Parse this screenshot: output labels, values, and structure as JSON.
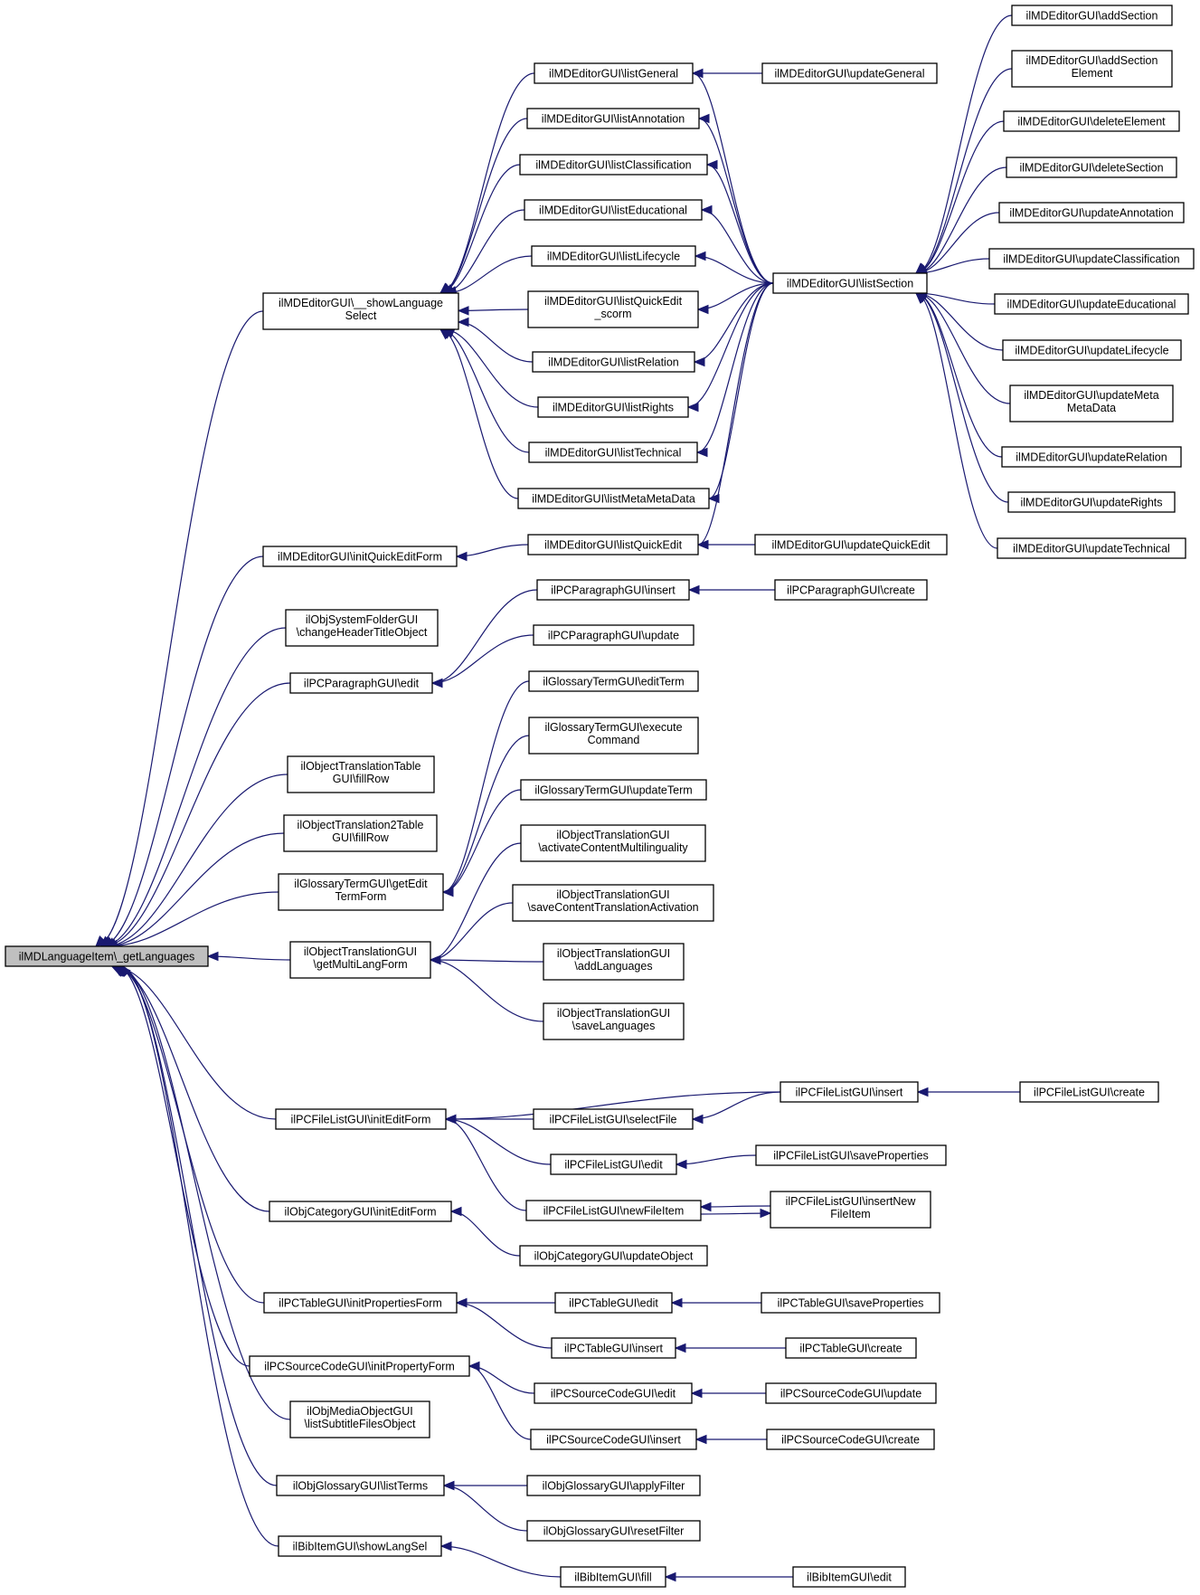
{
  "graph": {
    "colors": {
      "edge": "#191970",
      "root_fill": "#bfbfbf",
      "node_fill": "#ffffff",
      "node_border": "#000000"
    },
    "nodes": {
      "root": [
        "ilMDLanguageItem\\_getLanguages"
      ],
      "showLang": [
        "ilMDEditorGUI\\__showLanguage",
        "Select"
      ],
      "initQuickEdit": [
        "ilMDEditorGUI\\initQuickEditForm"
      ],
      "objSysFolder": [
        "ilObjSystemFolderGUI",
        "\\changeHeaderTitleObject"
      ],
      "pcParaEdit": [
        "ilPCParagraphGUI\\edit"
      ],
      "objTransTable": [
        "ilObjectTranslationTable",
        "GUI\\fillRow"
      ],
      "objTrans2Table": [
        "ilObjectTranslation2Table",
        "GUI\\fillRow"
      ],
      "glossGetEdit": [
        "ilGlossaryTermGUI\\getEdit",
        "TermForm"
      ],
      "objTransMulti": [
        "ilObjectTranslationGUI",
        "\\getMultiLangForm"
      ],
      "pcFileInit": [
        "ilPCFileListGUI\\initEditForm"
      ],
      "objCatInit": [
        "ilObjCategoryGUI\\initEditForm"
      ],
      "pcTableInit": [
        "ilPCTableGUI\\initPropertiesForm"
      ],
      "pcSrcInit": [
        "ilPCSourceCodeGUI\\initPropertyForm"
      ],
      "objMediaList": [
        "ilObjMediaObjectGUI",
        "\\listSubtitleFilesObject"
      ],
      "objGlossList": [
        "ilObjGlossaryGUI\\listTerms"
      ],
      "bibShow": [
        "ilBibItemGUI\\showLangSel"
      ],
      "listGeneral": [
        "ilMDEditorGUI\\listGeneral"
      ],
      "listAnnotation": [
        "ilMDEditorGUI\\listAnnotation"
      ],
      "listClassification": [
        "ilMDEditorGUI\\listClassification"
      ],
      "listEducational": [
        "ilMDEditorGUI\\listEducational"
      ],
      "listLifecycle": [
        "ilMDEditorGUI\\listLifecycle"
      ],
      "listQuickEditScorm": [
        "ilMDEditorGUI\\listQuickEdit",
        "_scorm"
      ],
      "listRelation": [
        "ilMDEditorGUI\\listRelation"
      ],
      "listRights": [
        "ilMDEditorGUI\\listRights"
      ],
      "listTechnical": [
        "ilMDEditorGUI\\listTechnical"
      ],
      "listMetaMetaData": [
        "ilMDEditorGUI\\listMetaMetaData"
      ],
      "listQuickEdit": [
        "ilMDEditorGUI\\listQuickEdit"
      ],
      "pcParaInsert": [
        "ilPCParagraphGUI\\insert"
      ],
      "pcParaUpdate": [
        "ilPCParagraphGUI\\update"
      ],
      "glossEditTerm": [
        "ilGlossaryTermGUI\\editTerm"
      ],
      "glossExecute": [
        "ilGlossaryTermGUI\\execute",
        "Command"
      ],
      "glossUpdateTerm": [
        "ilGlossaryTermGUI\\updateTerm"
      ],
      "objTransActivate": [
        "ilObjectTranslationGUI",
        "\\activateContentMultilinguality"
      ],
      "objTransSave": [
        "ilObjectTranslationGUI",
        "\\saveContentTranslationActivation"
      ],
      "objTransAdd": [
        "ilObjectTranslationGUI",
        "\\addLanguages"
      ],
      "objTransSaveLang": [
        "ilObjectTranslationGUI",
        "\\saveLanguages"
      ],
      "pcFileSelect": [
        "ilPCFileListGUI\\selectFile"
      ],
      "pcFileEdit": [
        "ilPCFileListGUI\\edit"
      ],
      "pcFileNewItem": [
        "ilPCFileListGUI\\newFileItem"
      ],
      "objCatUpdate": [
        "ilObjCategoryGUI\\updateObject"
      ],
      "pcTableEdit": [
        "ilPCTableGUI\\edit"
      ],
      "pcTableInsert": [
        "ilPCTableGUI\\insert"
      ],
      "pcSrcEdit": [
        "ilPCSourceCodeGUI\\edit"
      ],
      "pcSrcInsert": [
        "ilPCSourceCodeGUI\\insert"
      ],
      "objGlossApply": [
        "ilObjGlossaryGUI\\applyFilter"
      ],
      "objGlossReset": [
        "ilObjGlossaryGUI\\resetFilter"
      ],
      "bibFill": [
        "ilBibItemGUI\\fill"
      ],
      "updateGeneral": [
        "ilMDEditorGUI\\updateGeneral"
      ],
      "listSection": [
        "ilMDEditorGUI\\listSection"
      ],
      "updateQuickEdit": [
        "ilMDEditorGUI\\updateQuickEdit"
      ],
      "pcParaCreate": [
        "ilPCParagraphGUI\\create"
      ],
      "pcFileInsert": [
        "ilPCFileListGUI\\insert"
      ],
      "pcFileSaveProps": [
        "ilPCFileListGUI\\saveProperties"
      ],
      "pcFileInsertNew": [
        "ilPCFileListGUI\\insertNew",
        "FileItem"
      ],
      "pcTableSaveProps": [
        "ilPCTableGUI\\saveProperties"
      ],
      "pcTableCreate": [
        "ilPCTableGUI\\create"
      ],
      "pcSrcUpdate": [
        "ilPCSourceCodeGUI\\update"
      ],
      "pcSrcCreate": [
        "ilPCSourceCodeGUI\\create"
      ],
      "bibEdit": [
        "ilBibItemGUI\\edit"
      ],
      "addSection": [
        "ilMDEditorGUI\\addSection"
      ],
      "addSectionElement": [
        "ilMDEditorGUI\\addSection",
        "Element"
      ],
      "deleteElement": [
        "ilMDEditorGUI\\deleteElement"
      ],
      "deleteSection": [
        "ilMDEditorGUI\\deleteSection"
      ],
      "updateAnnotation": [
        "ilMDEditorGUI\\updateAnnotation"
      ],
      "updateClassification": [
        "ilMDEditorGUI\\updateClassification"
      ],
      "updateEducational": [
        "ilMDEditorGUI\\updateEducational"
      ],
      "updateLifecycle": [
        "ilMDEditorGUI\\updateLifecycle"
      ],
      "updateMetaMetaData": [
        "ilMDEditorGUI\\updateMeta",
        "MetaData"
      ],
      "updateRelation": [
        "ilMDEditorGUI\\updateRelation"
      ],
      "updateRights": [
        "ilMDEditorGUI\\updateRights"
      ],
      "updateTechnical": [
        "ilMDEditorGUI\\updateTechnical"
      ],
      "pcFileCreate": [
        "ilPCFileListGUI\\create"
      ]
    },
    "edges": [
      [
        "showLang",
        "root"
      ],
      [
        "initQuickEdit",
        "root"
      ],
      [
        "objSysFolder",
        "root"
      ],
      [
        "pcParaEdit",
        "root"
      ],
      [
        "objTransTable",
        "root"
      ],
      [
        "objTrans2Table",
        "root"
      ],
      [
        "glossGetEdit",
        "root"
      ],
      [
        "objTransMulti",
        "root"
      ],
      [
        "pcFileInit",
        "root"
      ],
      [
        "objCatInit",
        "root"
      ],
      [
        "pcTableInit",
        "root"
      ],
      [
        "pcSrcInit",
        "root"
      ],
      [
        "objMediaList",
        "root"
      ],
      [
        "objGlossList",
        "root"
      ],
      [
        "bibShow",
        "root"
      ],
      [
        "listGeneral",
        "showLang"
      ],
      [
        "listAnnotation",
        "showLang"
      ],
      [
        "listClassification",
        "showLang"
      ],
      [
        "listEducational",
        "showLang"
      ],
      [
        "listLifecycle",
        "showLang"
      ],
      [
        "listQuickEditScorm",
        "showLang"
      ],
      [
        "listRelation",
        "showLang"
      ],
      [
        "listRights",
        "showLang"
      ],
      [
        "listTechnical",
        "showLang"
      ],
      [
        "listMetaMetaData",
        "showLang"
      ],
      [
        "updateGeneral",
        "listGeneral"
      ],
      [
        "listSection",
        "listGeneral"
      ],
      [
        "listSection",
        "listAnnotation"
      ],
      [
        "listSection",
        "listClassification"
      ],
      [
        "listSection",
        "listEducational"
      ],
      [
        "listSection",
        "listLifecycle"
      ],
      [
        "listSection",
        "listQuickEditScorm"
      ],
      [
        "listSection",
        "listRelation"
      ],
      [
        "listSection",
        "listRights"
      ],
      [
        "listSection",
        "listTechnical"
      ],
      [
        "listSection",
        "listMetaMetaData"
      ],
      [
        "listSection",
        "listQuickEdit"
      ],
      [
        "addSection",
        "listSection"
      ],
      [
        "addSectionElement",
        "listSection"
      ],
      [
        "deleteElement",
        "listSection"
      ],
      [
        "deleteSection",
        "listSection"
      ],
      [
        "updateAnnotation",
        "listSection"
      ],
      [
        "updateClassification",
        "listSection"
      ],
      [
        "updateEducational",
        "listSection"
      ],
      [
        "updateLifecycle",
        "listSection"
      ],
      [
        "updateMetaMetaData",
        "listSection"
      ],
      [
        "updateRelation",
        "listSection"
      ],
      [
        "updateRights",
        "listSection"
      ],
      [
        "updateTechnical",
        "listSection"
      ],
      [
        "listQuickEdit",
        "initQuickEdit"
      ],
      [
        "updateQuickEdit",
        "listQuickEdit"
      ],
      [
        "pcParaInsert",
        "pcParaEdit"
      ],
      [
        "pcParaUpdate",
        "pcParaEdit"
      ],
      [
        "pcParaCreate",
        "pcParaInsert"
      ],
      [
        "glossEditTerm",
        "glossGetEdit"
      ],
      [
        "glossExecute",
        "glossGetEdit"
      ],
      [
        "glossUpdateTerm",
        "glossGetEdit"
      ],
      [
        "objTransActivate",
        "objTransMulti"
      ],
      [
        "objTransSave",
        "objTransMulti"
      ],
      [
        "objTransAdd",
        "objTransMulti"
      ],
      [
        "objTransSaveLang",
        "objTransMulti"
      ],
      [
        "pcFileInsert",
        "pcFileInit"
      ],
      [
        "pcFileSelect",
        "pcFileInit"
      ],
      [
        "pcFileEdit",
        "pcFileInit"
      ],
      [
        "pcFileNewItem",
        "pcFileInit"
      ],
      [
        "pcFileInsert",
        "pcFileSelect"
      ],
      [
        "pcFileCreate",
        "pcFileInsert"
      ],
      [
        "pcFileSaveProps",
        "pcFileEdit"
      ],
      [
        "pcFileInsertNew",
        "pcFileNewItem"
      ],
      [
        "pcFileNewItem",
        "pcFileInsertNew"
      ],
      [
        "objCatUpdate",
        "objCatInit"
      ],
      [
        "pcTableEdit",
        "pcTableInit"
      ],
      [
        "pcTableInsert",
        "pcTableInit"
      ],
      [
        "pcTableSaveProps",
        "pcTableEdit"
      ],
      [
        "pcTableCreate",
        "pcTableInsert"
      ],
      [
        "pcSrcEdit",
        "pcSrcInit"
      ],
      [
        "pcSrcInsert",
        "pcSrcInit"
      ],
      [
        "pcSrcUpdate",
        "pcSrcEdit"
      ],
      [
        "pcSrcCreate",
        "pcSrcInsert"
      ],
      [
        "objGlossApply",
        "objGlossList"
      ],
      [
        "objGlossReset",
        "objGlossList"
      ],
      [
        "bibFill",
        "bibShow"
      ],
      [
        "bibEdit",
        "bibFill"
      ]
    ]
  }
}
